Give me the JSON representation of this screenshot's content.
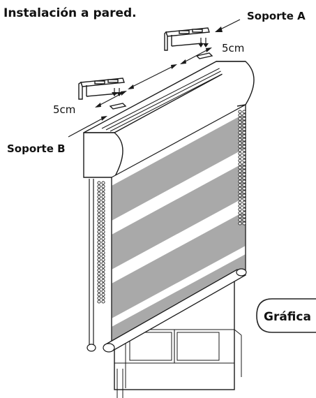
{
  "title": "Instalación a pared.",
  "labels": {
    "support_a": "Soporte A",
    "support_b": "Soporte B",
    "distance_a": "5cm",
    "distance_b": "5cm",
    "graphic_tab": "Gráfica"
  },
  "colors": {
    "ink": "#1a1a1a",
    "shade_stripe": "#a9a9a9",
    "fabric": "#ffffff",
    "wall_tab_border": "#222222"
  }
}
